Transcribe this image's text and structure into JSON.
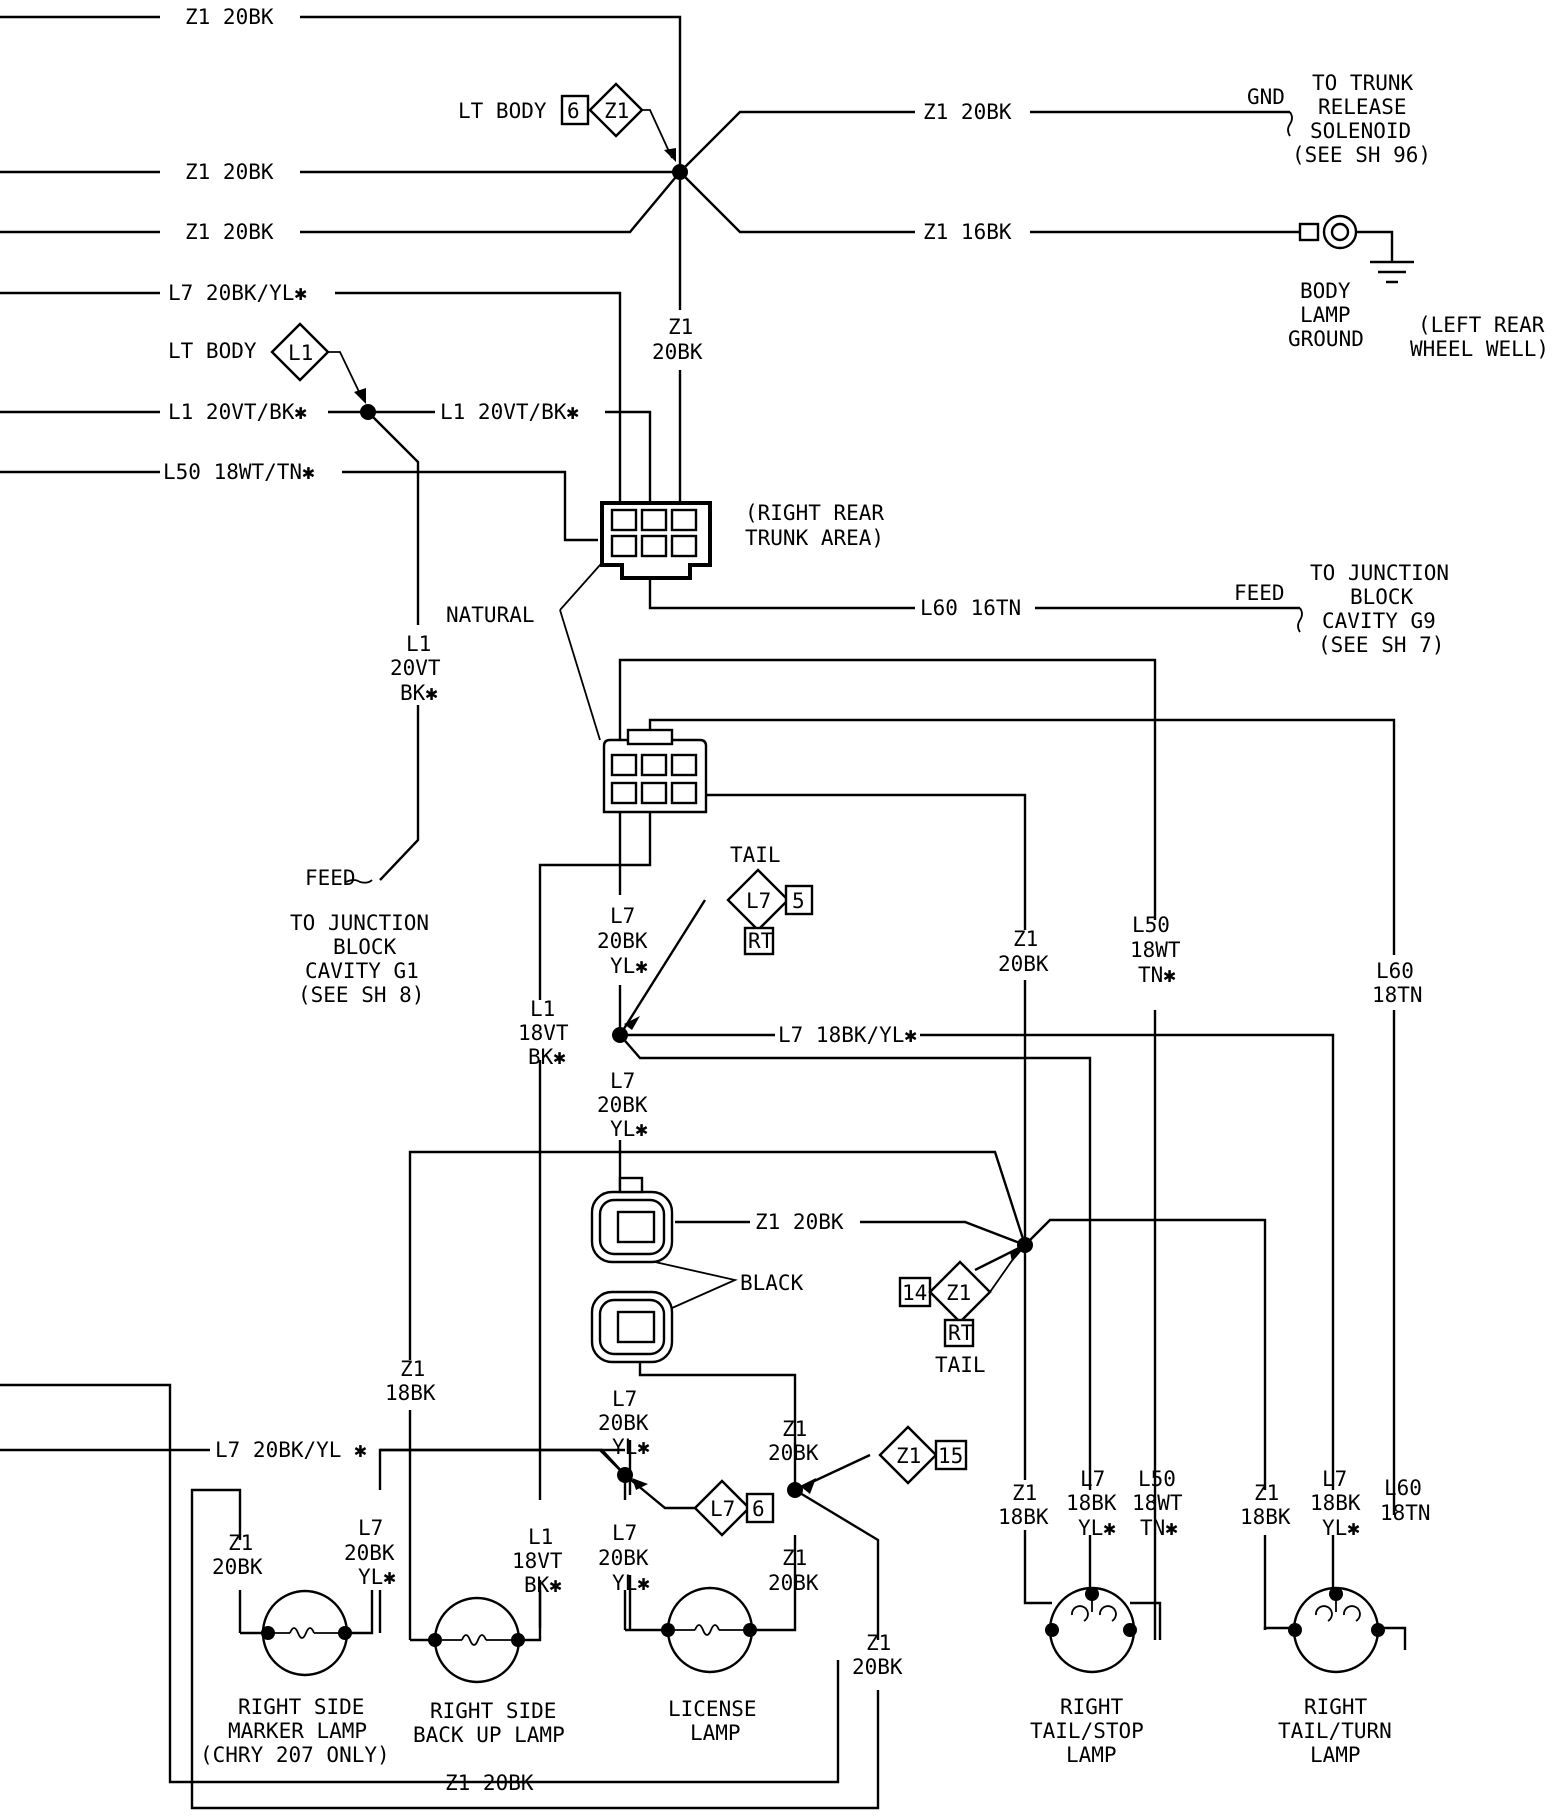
{
  "wires": {
    "z1_20bk": "Z1 20BK",
    "z1_16bk": "Z1 16BK",
    "l7_20bk_yl": "L7 20BK/YL✱",
    "l7_20bk_yl_b": "L7 20BK/YL ✱",
    "l1_20vt_bk": "L1 20VT/BK✱",
    "l50_18wt_tn": "L50 18WT/TN✱",
    "l60_16tn": "L60 16TN",
    "l7_18bk_yl": "L7 18BK/YL✱"
  },
  "splice_labels": {
    "lt_body": "LT BODY",
    "tail": "TAIL",
    "rt": "RT",
    "z1": "Z1",
    "l1": "L1",
    "l7": "L7",
    "n6": "6",
    "n5": "5",
    "n14": "14",
    "n15": "15"
  },
  "vertical_labels": {
    "z1": "Z1",
    "l1": "L1",
    "l7": "L7",
    "l50": "L50",
    "l60": "L60",
    "bk20": "20BK",
    "bk18": "18BK",
    "vt20": "20VT",
    "vt18": "18VT",
    "bk_star": "BK✱",
    "yl_star": "YL✱",
    "wt18": "18WT",
    "tn_star": "TN✱",
    "tn18": "18TN"
  },
  "connectors": {
    "natural": "NATURAL",
    "black": "BLACK",
    "right_rear_1": "(RIGHT REAR",
    "right_rear_2": "TRUNK AREA)"
  },
  "destinations": {
    "gnd": "GND",
    "feed": "FEED",
    "trunk_1": "TO TRUNK",
    "trunk_2": "RELEASE",
    "trunk_3": "SOLENOID",
    "trunk_4": "(SEE SH 96)",
    "ground_1": "BODY",
    "ground_2": "LAMP",
    "ground_3": "GROUND",
    "wheel_1": "(LEFT REAR",
    "wheel_2": "WHEEL WELL)",
    "jbg9_1": "TO JUNCTION",
    "jbg9_2": "BLOCK",
    "jbg9_3": "CAVITY G9",
    "jbg9_4": "(SEE SH 7)",
    "jbg1_1": "TO JUNCTION",
    "jbg1_2": "BLOCK",
    "jbg1_3": "CAVITY G1",
    "jbg1_4": "(SEE SH 8)"
  },
  "lamps": {
    "marker_1": "RIGHT SIDE",
    "marker_2": "MARKER LAMP",
    "marker_3": "(CHRY 207 ONLY)",
    "backup_1": "RIGHT SIDE",
    "backup_2": "BACK UP LAMP",
    "license_1": "LICENSE",
    "license_2": "LAMP",
    "stop_1": "RIGHT",
    "stop_2": "TAIL/STOP",
    "stop_3": "LAMP",
    "turn_1": "RIGHT",
    "turn_2": "TAIL/TURN",
    "turn_3": "LAMP"
  }
}
